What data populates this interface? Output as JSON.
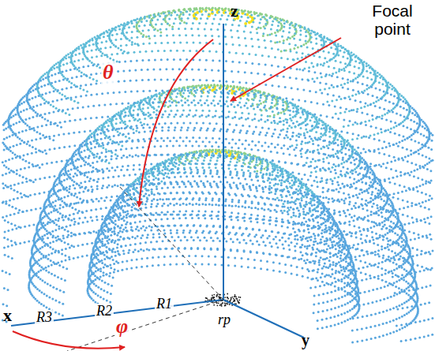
{
  "diagram": {
    "labels": [
      "z",
      "Focal point",
      "θ",
      "x",
      "R3",
      "R2",
      "R1",
      "φ",
      "rp",
      "y"
    ]
  }
}
